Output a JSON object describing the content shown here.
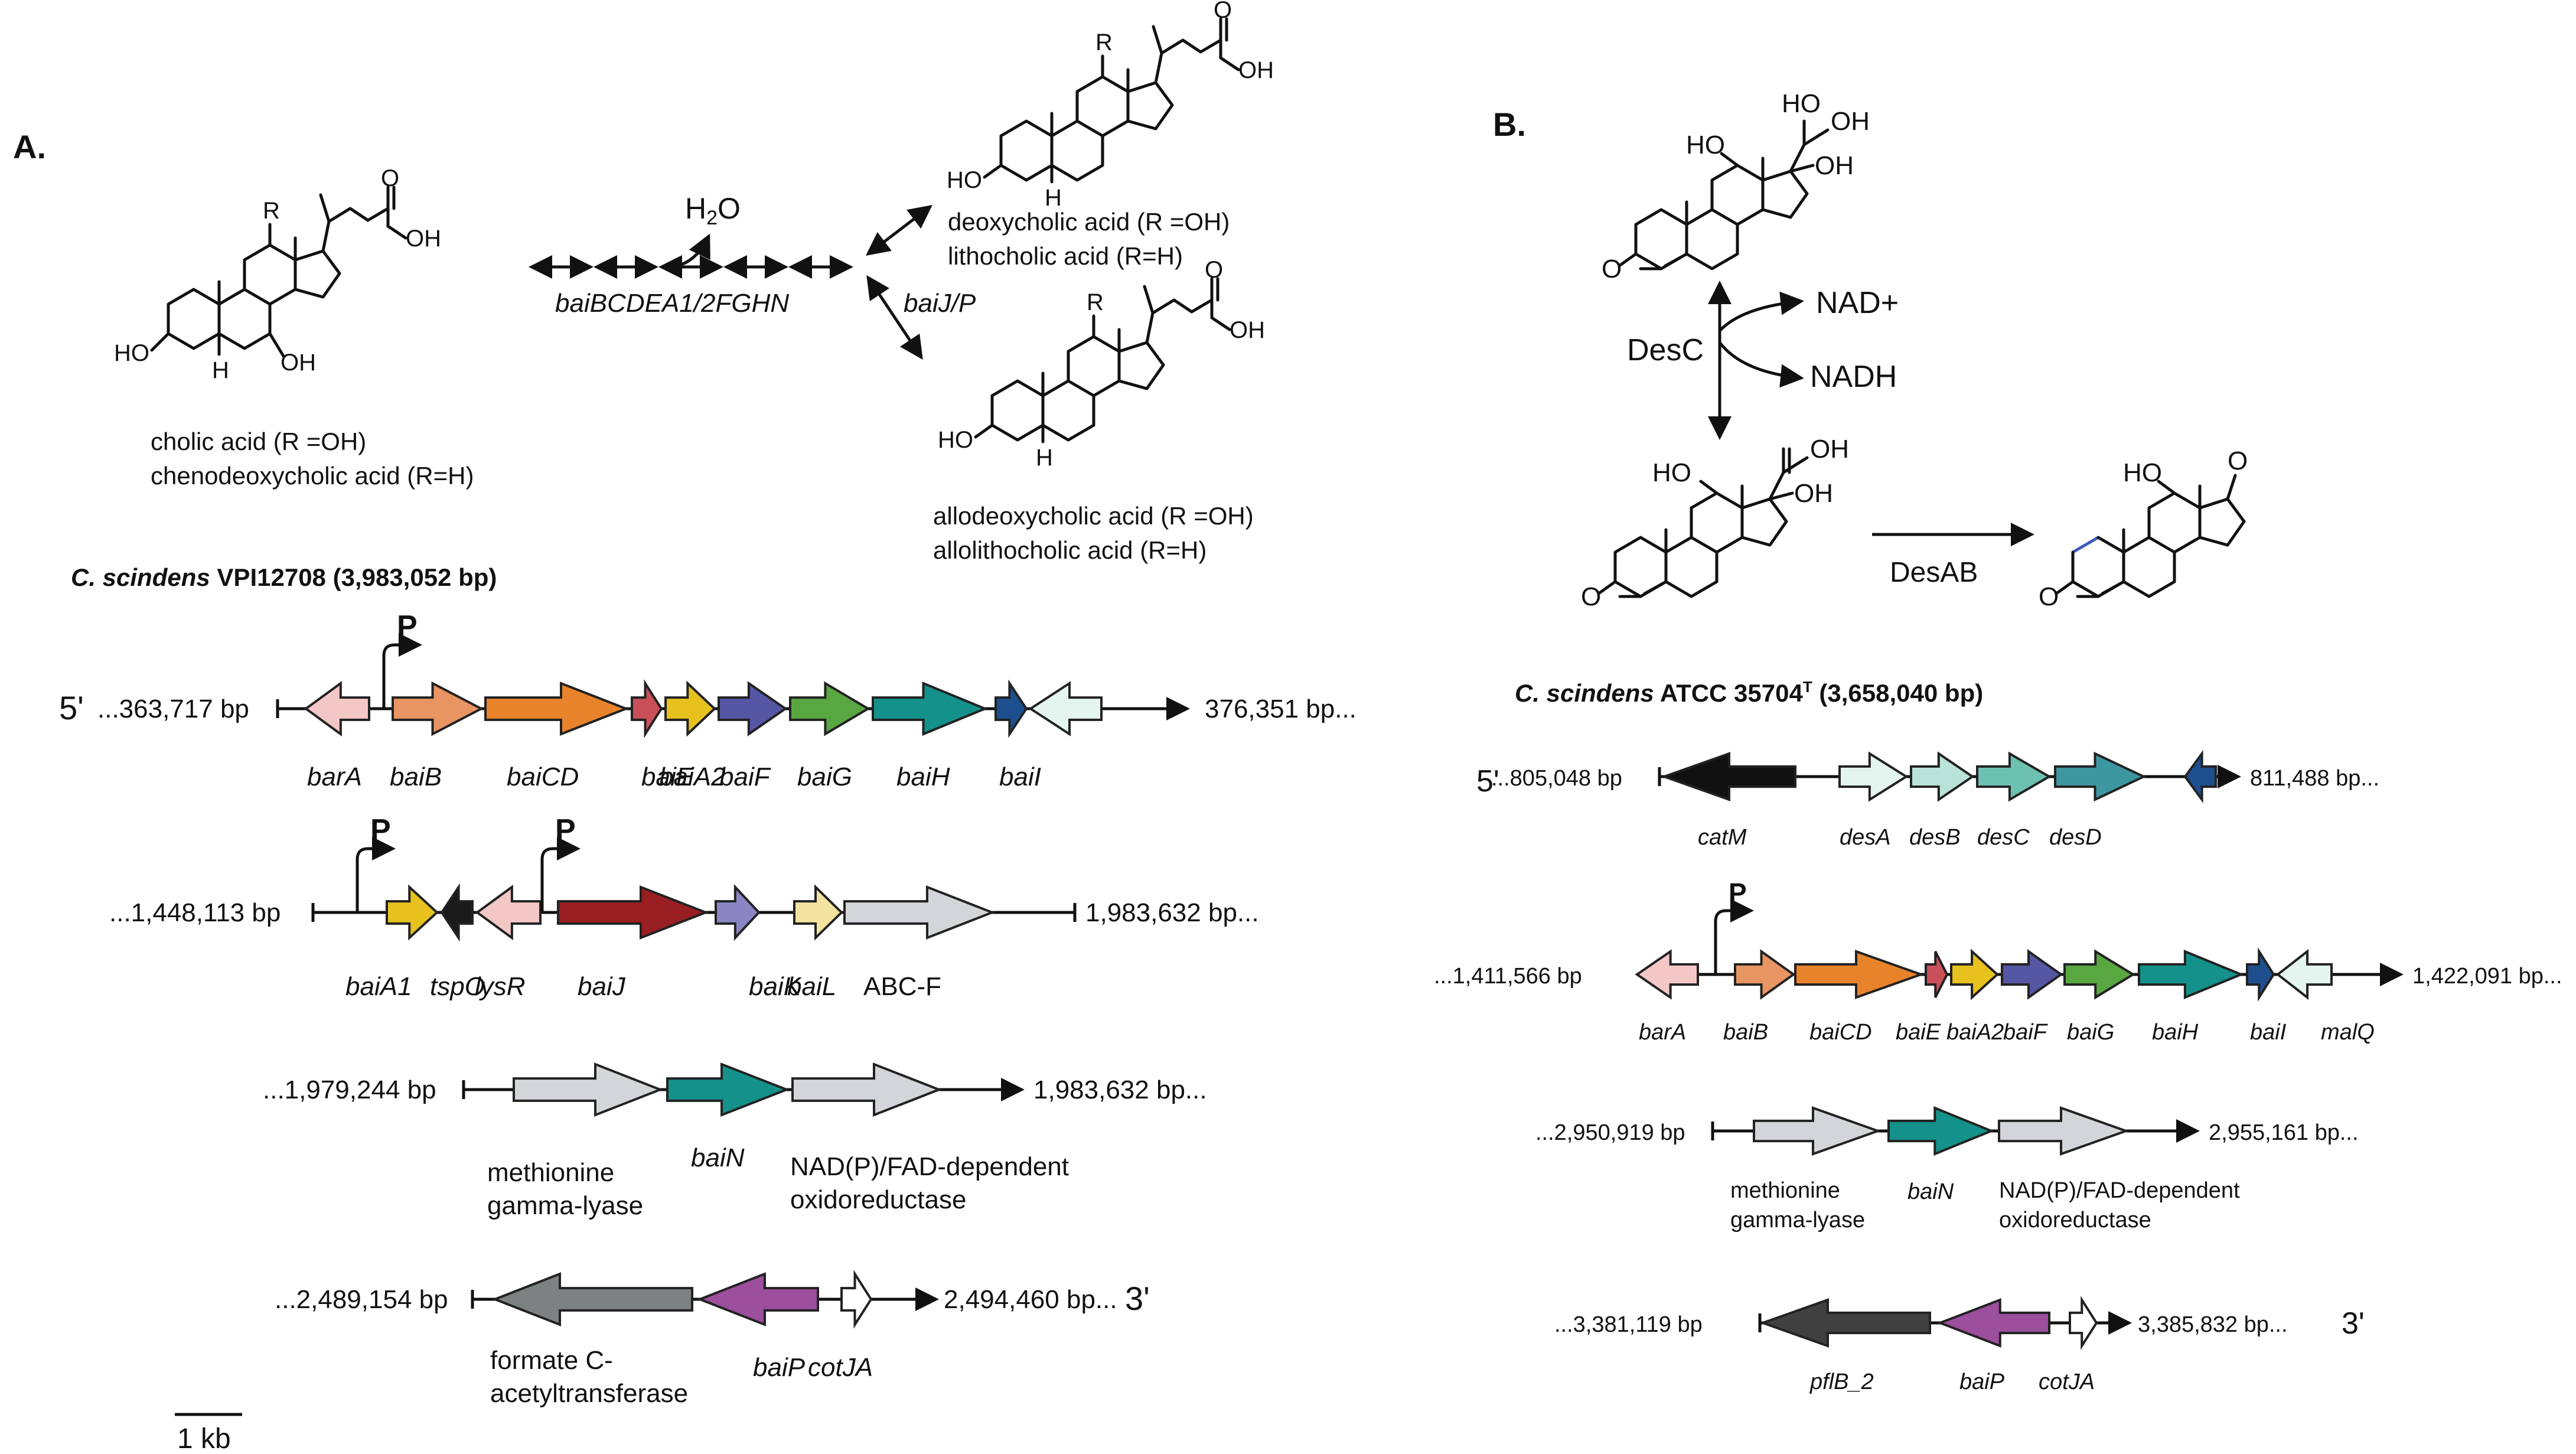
{
  "panel_a": {
    "letter": "A.",
    "h2o": "H2O",
    "bai_operon_label": "baiBCDEA1/2FGHN",
    "baijp_label": "baiJ/P",
    "r_label": "R",
    "labels": {
      "ho": "HO",
      "oh": "OH",
      "h": "H",
      "o": "O"
    },
    "compound_left": [
      "cholic acid (R =OH)",
      "chenodeoxycholic acid (R=H)"
    ],
    "compound_top": [
      "deoxycholic acid (R =OH)",
      "lithocholic acid (R=H)"
    ],
    "compound_bottom": [
      "allodeoxycholic acid (R =OH)",
      "allolithocholic acid (R=H)"
    ],
    "strain_species": "C. scindens",
    "strain_rest": " VPI12708 (3,983,052 bp)",
    "five_prime": "5'",
    "three_prime": "3'",
    "promoter": "P",
    "rows": [
      {
        "start": "...363,717 bp",
        "end": "376,351 bp...",
        "genes": [
          {
            "name": "barA",
            "color": "#f4c7c7",
            "dir": "left"
          },
          {
            "name": "baiB",
            "color": "#e99463",
            "dir": "right"
          },
          {
            "name": "baiCD",
            "color": "#e8832c",
            "dir": "right"
          },
          {
            "name": "baiE",
            "color": "#c9505a",
            "dir": "right"
          },
          {
            "name": "baiA2",
            "color": "#e7c21e",
            "dir": "right"
          },
          {
            "name": "baiF",
            "color": "#5556a4",
            "dir": "right"
          },
          {
            "name": "baiG",
            "color": "#59a741",
            "dir": "right"
          },
          {
            "name": "baiH",
            "color": "#14918a",
            "dir": "right"
          },
          {
            "name": "baiI",
            "color": "#1d4f8f",
            "dir": "right"
          },
          {
            "name": "",
            "color": "#e4f4ef",
            "dir": "left"
          }
        ]
      },
      {
        "start": "...1,448,113 bp",
        "end": "1,983,632 bp...",
        "genes": [
          {
            "name": "baiA1",
            "color": "#e7c21e",
            "dir": "right"
          },
          {
            "name": "tspO",
            "color": "#1a1a1a",
            "dir": "left"
          },
          {
            "name": "lysR",
            "color": "#f4c7c7",
            "dir": "left"
          },
          {
            "name": "baiJ",
            "color": "#9a1f22",
            "dir": "right"
          },
          {
            "name": "baiK",
            "color": "#8a86c4",
            "dir": "right"
          },
          {
            "name": "baiL",
            "color": "#f3e3a1",
            "dir": "right"
          },
          {
            "name": "ABC-F",
            "color": "#d3d5d8",
            "dir": "right"
          }
        ]
      },
      {
        "start": "...1,979,244 bp",
        "end": "1,983,632 bp...",
        "genes": [
          {
            "name": "methionine gamma-lyase",
            "color": "#d3d5d8",
            "dir": "right"
          },
          {
            "name": "baiN",
            "color": "#14918a",
            "dir": "right"
          },
          {
            "name": "NAD(P)/FAD-dependent oxidoreductase",
            "color": "#d3d5d8",
            "dir": "right"
          }
        ]
      },
      {
        "start": "...2,489,154 bp",
        "end": "2,494,460 bp...",
        "genes": [
          {
            "name": "formate C-acetyltransferase",
            "color": "#7d8181",
            "dir": "left"
          },
          {
            "name": "baiP",
            "color": "#9b4f9c",
            "dir": "left"
          },
          {
            "name": "cotJA",
            "color": "#ffffff",
            "dir": "right"
          }
        ]
      }
    ],
    "gene_label_lines": {
      "mgl": [
        "methionine",
        "gamma-lyase"
      ],
      "nad": [
        "NAD(P)/FAD-dependent",
        "oxidoreductase"
      ],
      "fca": [
        "formate C-",
        "acetyltransferase"
      ]
    },
    "scale_bar": "1 kb"
  },
  "panel_b": {
    "letter": "B.",
    "desc": "DesC",
    "nad_plus": "NAD+",
    "nadh": "NADH",
    "desab": "DesAB",
    "labels": {
      "ho": "HO",
      "oh": "OH",
      "o": "O"
    },
    "strain_species": "C. scindens",
    "strain_rest": " ATCC 35704",
    "strain_sup": "T",
    "strain_size": " (3,658,040 bp)",
    "five_prime": "5'",
    "three_prime": "3'",
    "promoter": "P",
    "rows": [
      {
        "start": "...805,048 bp",
        "end": "811,488 bp...",
        "genes": [
          {
            "name": "catM",
            "color": "#111111",
            "dir": "left"
          },
          {
            "name": "desA",
            "color": "#e4f4ef",
            "dir": "right"
          },
          {
            "name": "desB",
            "color": "#b9e3d9",
            "dir": "right"
          },
          {
            "name": "desC",
            "color": "#6cc1b1",
            "dir": "right"
          },
          {
            "name": "desD",
            "color": "#3d97a1",
            "dir": "right"
          },
          {
            "name": "",
            "color": "#1d4f8f",
            "dir": "left"
          }
        ]
      },
      {
        "start": "...1,411,566 bp",
        "end": "1,422,091 bp...",
        "genes": [
          {
            "name": "barA",
            "color": "#f4c7c7",
            "dir": "left"
          },
          {
            "name": "baiB",
            "color": "#e99463",
            "dir": "right"
          },
          {
            "name": "baiCD",
            "color": "#e8832c",
            "dir": "right"
          },
          {
            "name": "baiE",
            "color": "#c9505a",
            "dir": "right"
          },
          {
            "name": "baiA2",
            "color": "#e7c21e",
            "dir": "right"
          },
          {
            "name": "baiF",
            "color": "#5556a4",
            "dir": "right"
          },
          {
            "name": "baiG",
            "color": "#59a741",
            "dir": "right"
          },
          {
            "name": "baiH",
            "color": "#14918a",
            "dir": "right"
          },
          {
            "name": "baiI",
            "color": "#1d4f8f",
            "dir": "right"
          },
          {
            "name": "malQ",
            "color": "#e4f4ef",
            "dir": "left"
          }
        ]
      },
      {
        "start": "...2,950,919 bp",
        "end": "2,955,161 bp...",
        "genes": [
          {
            "name": "methionine gamma-lyase",
            "color": "#d3d5d8",
            "dir": "right"
          },
          {
            "name": "baiN",
            "color": "#14918a",
            "dir": "right"
          },
          {
            "name": "NAD(P)/FAD-dependent oxidoreductase",
            "color": "#d3d5d8",
            "dir": "right"
          }
        ]
      },
      {
        "start": "...3,381,119 bp",
        "end": "3,385,832 bp...",
        "genes": [
          {
            "name": "pflB_2",
            "color": "#404040",
            "dir": "left"
          },
          {
            "name": "baiP",
            "color": "#9b4f9c",
            "dir": "left"
          },
          {
            "name": "cotJA",
            "color": "#ffffff",
            "dir": "right"
          }
        ]
      }
    ],
    "gene_label_lines": {
      "mgl": [
        "methionine",
        "gamma-lyase"
      ],
      "nad": [
        "NAD(P)/FAD-dependent",
        "oxidoreductase"
      ]
    }
  }
}
